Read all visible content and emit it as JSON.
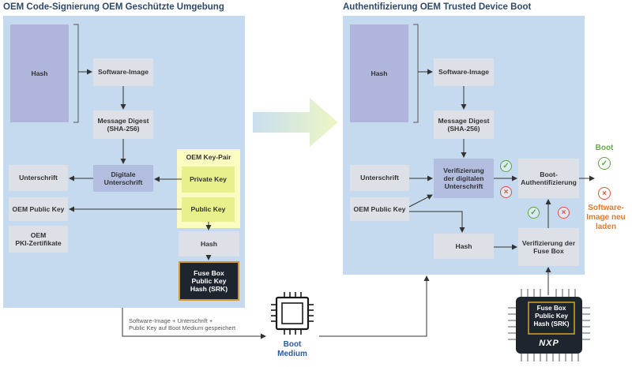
{
  "left": {
    "title": "OEM Code-Signierung OEM Geschützte Umgebung",
    "hash": "Hash",
    "software_image": "Software-Image",
    "message_digest": "Message Digest\n(SHA-256)",
    "digitale_unterschrift": "Digitale\nUnterschrift",
    "unterschrift": "Unterschrift",
    "oem_public_key": "OEM Public Key",
    "oem_pki": "OEM\nPKI-Zertifikate",
    "key_pair_title": "OEM Key-Pair",
    "private_key": "Private Key",
    "public_key": "Public Key",
    "hash2": "Hash",
    "fuse_box": "Fuse Box\nPublic Key\nHash (SRK)"
  },
  "right": {
    "title": "Authentifizierung OEM Trusted Device Boot",
    "hash": "Hash",
    "software_image": "Software-Image",
    "message_digest": "Message Digest\n(SHA-256)",
    "unterschrift": "Unterschrift",
    "verifizierung_unterschrift": "Verifizierung\nder digitalen\nUnterschrift",
    "boot_auth": "Boot-\nAuthentifizierung",
    "oem_public_key": "OEM Public Key",
    "hash2": "Hash",
    "verifizierung_fuse": "Verifizierung der\nFuse Box"
  },
  "outcomes": {
    "boot": "Boot",
    "reload": "Software-\nImage neu\nladen"
  },
  "storage_note": "Software-Image + Unterschrift +\nPublic Key auf Boot Medium gespeichert",
  "boot_medium": "Boot\nMedium",
  "chip": {
    "label": "Fuse Box\nPublic Key\nHash (SRK)",
    "logo": "NXP"
  },
  "colors": {
    "panel": "#c5daee",
    "ok": "#5aa43f",
    "fail": "#d9543a",
    "boot_text": "#6aa84f",
    "reload_text": "#e07a2e",
    "boot_medium_text": "#2b5aa0"
  }
}
